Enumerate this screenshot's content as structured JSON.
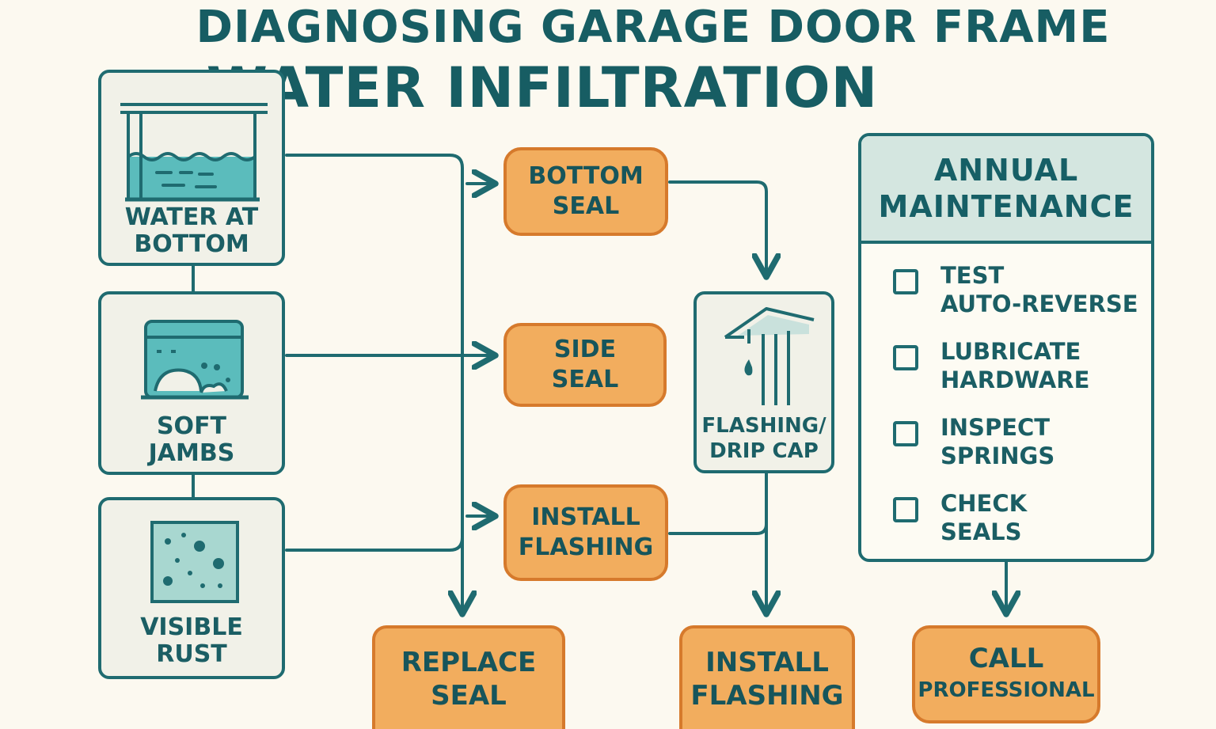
{
  "title": {
    "line1": "DIAGNOSING GARAGE DOOR FRAME",
    "line2": "WATER INFILTRATION"
  },
  "symptoms": [
    {
      "line1": "WATER AT",
      "line2": "BOTTOM",
      "icon": "water-pooling-icon"
    },
    {
      "line1": "SOFT",
      "line2": "JAMBS",
      "icon": "rotting-jamb-icon"
    },
    {
      "line1": "VISIBLE",
      "line2": "RUST",
      "icon": "rust-spots-icon"
    }
  ],
  "actions": [
    {
      "line1": "BOTTOM",
      "line2": "SEAL"
    },
    {
      "line1": "SIDE",
      "line2": "SEAL"
    },
    {
      "line1": "INSTALL",
      "line2": "FLASHING"
    }
  ],
  "flashing_box": {
    "line1": "FLASHING/",
    "line2": "DRIP CAP",
    "icon": "drip-cap-icon"
  },
  "outcomes": [
    {
      "line1": "REPLACE",
      "line2": "SEAL"
    },
    {
      "line1": "INSTALL",
      "line2": "FLASHING"
    },
    {
      "line1": "CALL",
      "line2": "PROFESSIONAL"
    }
  ],
  "maintenance": {
    "heading1": "ANNUAL",
    "heading2": "MAINTENANCE",
    "items": [
      {
        "line1": "TEST",
        "line2": "AUTO-REVERSE"
      },
      {
        "line1": "LUBRICATE",
        "line2": "HARDWARE"
      },
      {
        "line1": "INSPECT",
        "line2": "SPRINGS"
      },
      {
        "line1": "CHECK",
        "line2": "SEALS"
      }
    ]
  },
  "colors": {
    "teal": "#1f6b70",
    "orange_fill": "#f2ad5e",
    "orange_border": "#d67a2c",
    "water": "#5bbcbc",
    "background": "#fcf9f0"
  }
}
